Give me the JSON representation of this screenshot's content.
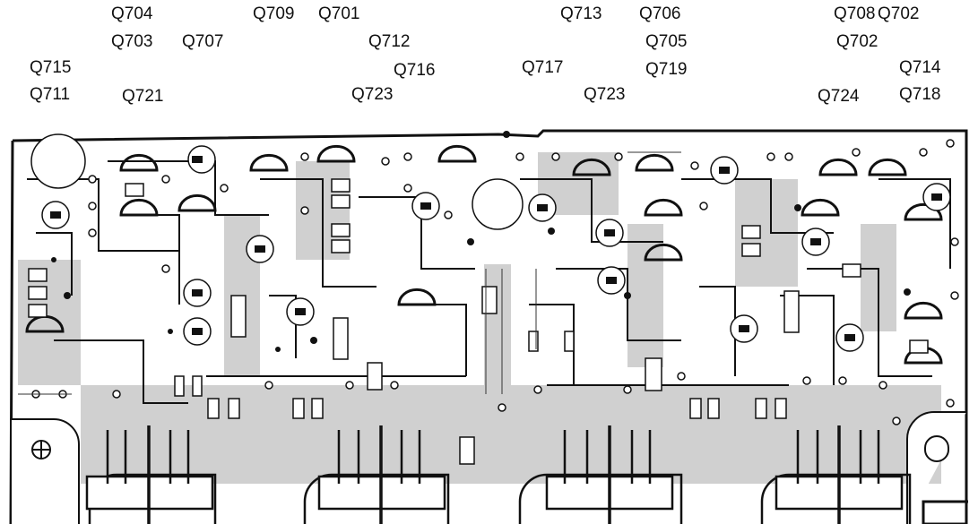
{
  "diagram": {
    "type": "pcb-component-layout",
    "transistor_refs": [
      {
        "id": "r1",
        "text": "Q704"
      },
      {
        "id": "r2",
        "text": "Q709"
      },
      {
        "id": "r3",
        "text": "Q701"
      },
      {
        "id": "r4",
        "text": "Q713"
      },
      {
        "id": "r5",
        "text": "Q706"
      },
      {
        "id": "r6",
        "text": "Q708"
      },
      {
        "id": "r7",
        "text": "Q702"
      },
      {
        "id": "r8",
        "text": "Q703"
      },
      {
        "id": "r9",
        "text": "Q707"
      },
      {
        "id": "r10",
        "text": "Q712"
      },
      {
        "id": "r11",
        "text": "Q705"
      },
      {
        "id": "r12",
        "text": "Q702"
      },
      {
        "id": "r13",
        "text": "Q715"
      },
      {
        "id": "r14",
        "text": "Q716"
      },
      {
        "id": "r15",
        "text": "Q717"
      },
      {
        "id": "r16",
        "text": "Q719"
      },
      {
        "id": "r17",
        "text": "Q714"
      },
      {
        "id": "r18",
        "text": "Q711"
      },
      {
        "id": "r19",
        "text": "Q721"
      },
      {
        "id": "r20",
        "text": "Q723"
      },
      {
        "id": "r21",
        "text": "Q723"
      },
      {
        "id": "r22",
        "text": "Q724"
      },
      {
        "id": "r23",
        "text": "Q718"
      }
    ],
    "connectors": 4,
    "colors": {
      "trace": "#111111",
      "copper_fill": "#cfcfcf",
      "board": "#ffffff"
    }
  }
}
